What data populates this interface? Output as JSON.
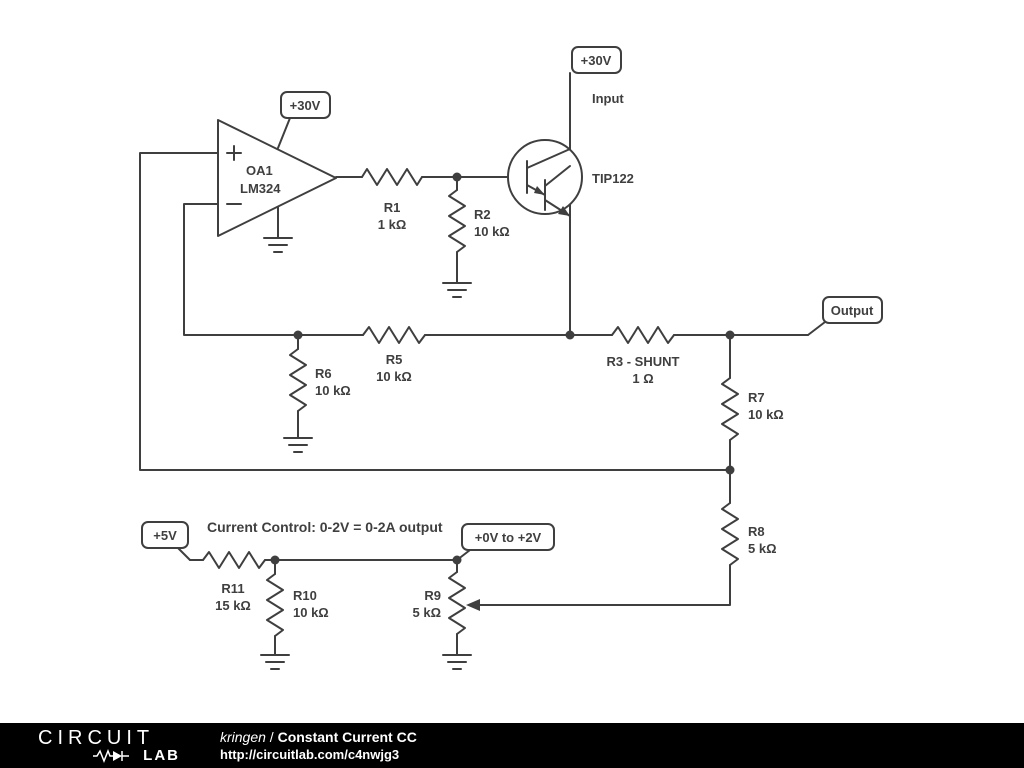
{
  "colors": {
    "schematic_stroke": "#3f3f3f",
    "background": "#ffffff",
    "footer_background": "#000000",
    "footer_text": "#ffffff"
  },
  "flags": {
    "opamp_supply": "+30V",
    "collector_supply": "+30V",
    "collector_input_label": "Input",
    "output": "Output",
    "supply_5v": "+5V",
    "control_range": "+0V to +2V"
  },
  "components": {
    "opamp": {
      "name": "OA1",
      "part": "LM324"
    },
    "transistor": {
      "part": "TIP122"
    },
    "r1": {
      "name": "R1",
      "value": "1 kΩ"
    },
    "r2": {
      "name": "R2",
      "value": "10 kΩ"
    },
    "r3": {
      "name": "R3 - SHUNT",
      "value": "1 Ω"
    },
    "r5": {
      "name": "R5",
      "value": "10 kΩ"
    },
    "r6": {
      "name": "R6",
      "value": "10 kΩ"
    },
    "r7": {
      "name": "R7",
      "value": "10 kΩ"
    },
    "r8": {
      "name": "R8",
      "value": "5 kΩ"
    },
    "r9": {
      "name": "R9",
      "value": "5 kΩ"
    },
    "r10": {
      "name": "R10",
      "value": "10 kΩ"
    },
    "r11": {
      "name": "R11",
      "value": "15 kΩ"
    }
  },
  "annotation": {
    "note": "Current Control: 0-2V = 0-2A output"
  },
  "footer": {
    "logo_top": "CIRCUIT",
    "logo_bottom": "LAB",
    "author": "kringen",
    "separator": " / ",
    "title": "Constant Current CC",
    "url": "http://circuitlab.com/c4nwjg3"
  }
}
